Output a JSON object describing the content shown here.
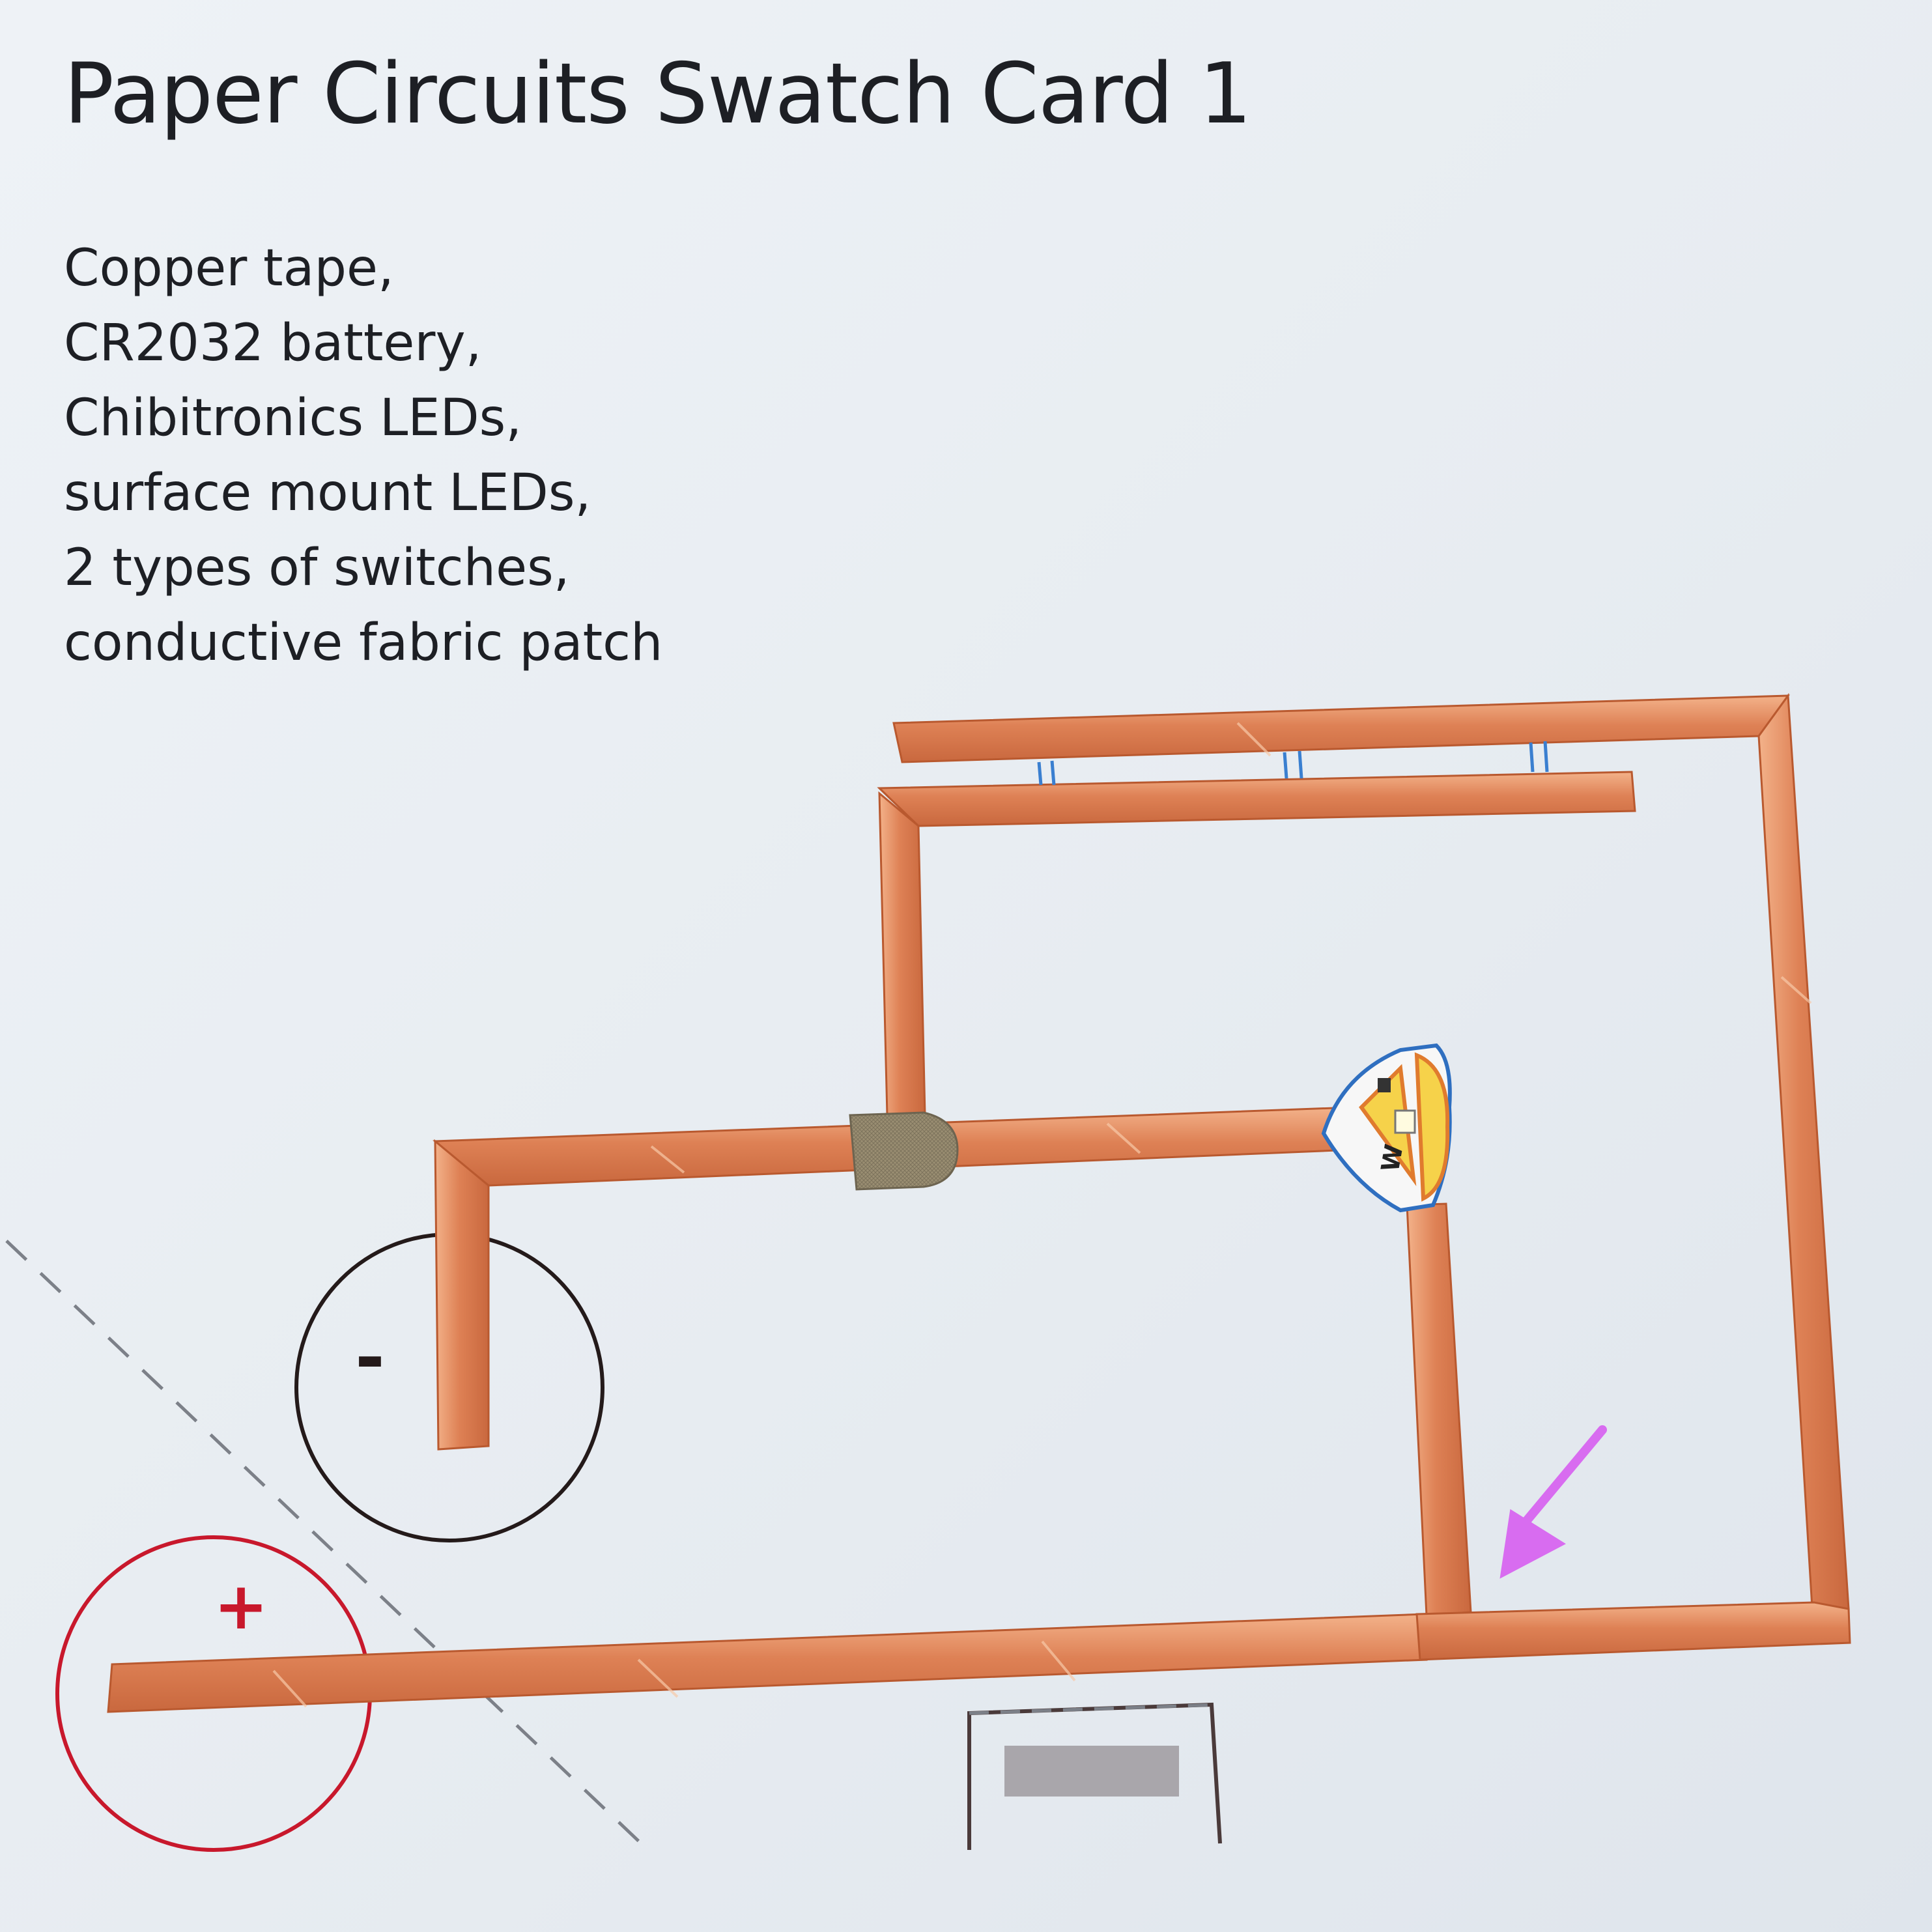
{
  "card": {
    "title": "Paper Circuits Swatch Card 1",
    "materials": [
      "Copper tape,",
      "CR2032 battery,",
      "Chibitronics LEDs,",
      "surface mount LEDs,",
      "2 types of switches,",
      "conductive fabric patch"
    ]
  },
  "battery": {
    "negative_symbol": "-",
    "positive_symbol": "+"
  },
  "led": {
    "marking": "W"
  },
  "colors": {
    "copper": "#d9784a",
    "copper_light": "#f0a880",
    "negative_ring": "#241a1a",
    "positive_ring": "#c8182c",
    "arrow": "#d86cf0",
    "fabric": "#9a8e72",
    "led_yellow": "#f6d24a"
  },
  "icons": [
    "arrow-icon",
    "led-sticker-icon",
    "fabric-patch-icon",
    "switch-outline-icon"
  ]
}
